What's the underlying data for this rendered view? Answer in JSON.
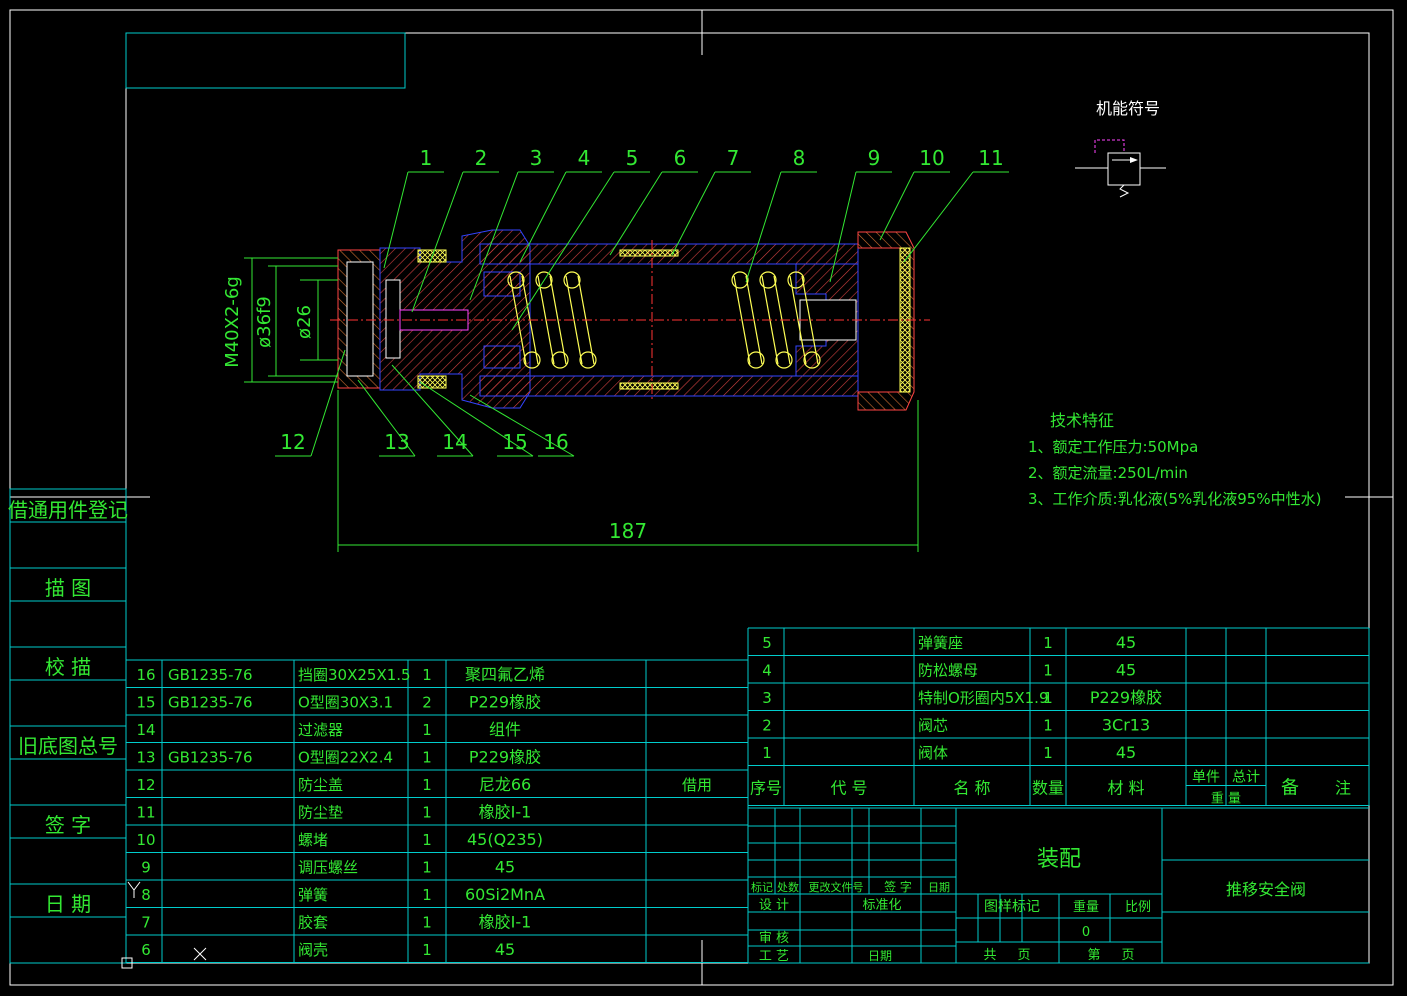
{
  "left_strip": [
    {
      "label": "借通用件登记"
    },
    {
      "label": "描   图"
    },
    {
      "label": "校 描"
    },
    {
      "label": "旧底图总号"
    },
    {
      "label": "签 字"
    },
    {
      "label": "日 期"
    }
  ],
  "callouts_top": [
    "1",
    "2",
    "3",
    "4",
    "5",
    "6",
    "7",
    "8",
    "9",
    "10",
    "11"
  ],
  "callouts_bottom": [
    "12",
    "13",
    "14",
    "15",
    "16"
  ],
  "dimensions": {
    "thread": "M40X2-6g",
    "dia_outer": "ø36f9",
    "dia_inner": "ø26",
    "length": "187"
  },
  "symbol_title": "机能符号",
  "tech": {
    "title": "技术特征",
    "items": [
      "1、额定工作压力:50Mpa",
      "2、额定流量:250L/min",
      "3、工作介质:乳化液(5%乳化液95%中性水)"
    ]
  },
  "bom_left": [
    {
      "no": "16",
      "code": "GB1235-76",
      "name": "挡圈30X25X1.5",
      "qty": "1",
      "material": "聚四氟乙烯",
      "note": ""
    },
    {
      "no": "15",
      "code": "GB1235-76",
      "name": "O型圈30X3.1",
      "qty": "2",
      "material": "P229橡胶",
      "note": ""
    },
    {
      "no": "14",
      "code": "",
      "name": "过滤器",
      "qty": "1",
      "material": "组件",
      "note": ""
    },
    {
      "no": "13",
      "code": "GB1235-76",
      "name": "O型圈22X2.4",
      "qty": "1",
      "material": "P229橡胶",
      "note": ""
    },
    {
      "no": "12",
      "code": "",
      "name": "防尘盖",
      "qty": "1",
      "material": "尼龙66",
      "note": "借用"
    },
    {
      "no": "11",
      "code": "",
      "name": "防尘垫",
      "qty": "1",
      "material": "橡胶I-1",
      "note": ""
    },
    {
      "no": "10",
      "code": "",
      "name": "螺堵",
      "qty": "1",
      "material": "45(Q235)",
      "note": ""
    },
    {
      "no": "9",
      "code": "",
      "name": "调压螺丝",
      "qty": "1",
      "material": "45",
      "note": ""
    },
    {
      "no": "8",
      "code": "",
      "name": "弹簧",
      "qty": "1",
      "material": "60Si2MnA",
      "note": ""
    },
    {
      "no": "7",
      "code": "",
      "name": "胶套",
      "qty": "1",
      "material": "橡胶I-1",
      "note": ""
    },
    {
      "no": "6",
      "code": "",
      "name": "阀壳",
      "qty": "1",
      "material": "45",
      "note": ""
    }
  ],
  "bom_right": [
    {
      "no": "5",
      "name": "弹簧座",
      "qty": "1",
      "material": "45"
    },
    {
      "no": "4",
      "name": "防松螺母",
      "qty": "1",
      "material": "45"
    },
    {
      "no": "3",
      "name": "特制O形圈内5X1.9",
      "qty": "1",
      "material": "P229橡胶"
    },
    {
      "no": "2",
      "name": "阀芯",
      "qty": "1",
      "material": "3Cr13"
    },
    {
      "no": "1",
      "name": "阀体",
      "qty": "1",
      "material": "45"
    }
  ],
  "bom_header": {
    "seq": "序号",
    "code": "代   号",
    "name": "名   称",
    "qty": "数量",
    "material": "材   料",
    "unit_weight": "单件",
    "total_weight": "总计",
    "weight": "重   量",
    "remark": "备",
    "remark2": "注"
  },
  "title_block": {
    "assembly": "装配",
    "product": "推移安全阀",
    "mark": "标记",
    "count": "处数",
    "change_doc": "更改文件号",
    "sign": "签 字",
    "date": "日期",
    "design": "设 计",
    "standard": "标准化",
    "review": "审 核",
    "process": "工 艺",
    "date2": "日期",
    "sample_mark": "图样标记",
    "weight_label": "重量",
    "scale": "比例",
    "weight_value": "0",
    "total": "共",
    "pages": "页",
    "page_no": "第",
    "pages2": "页"
  },
  "colors": {
    "border": "#ffffff",
    "table": "#00cccc",
    "text": "#33e833",
    "hatch": "#ff4444",
    "spring": "#ffff55"
  }
}
